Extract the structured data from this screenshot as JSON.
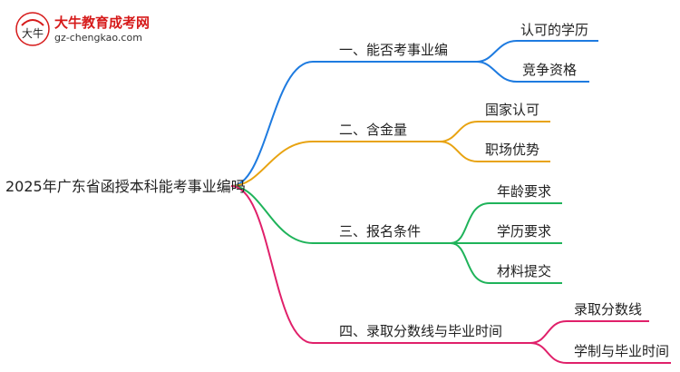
{
  "logo": {
    "mark_text": "大牛",
    "title": "大牛教育成考网",
    "url": "gz-chengkao.com"
  },
  "root": "2025年广东省函授本科能考事业编吗",
  "branches": [
    {
      "label": "一、能否考事业编",
      "color": "#1e7be0",
      "children": [
        "认可的学历",
        "竞争资格"
      ]
    },
    {
      "label": "二、含金量",
      "color": "#e8a311",
      "children": [
        "国家认可",
        "职场优势"
      ]
    },
    {
      "label": "三、报名条件",
      "color": "#1fb35a",
      "children": [
        "年龄要求",
        "学历要求",
        "材料提交"
      ]
    },
    {
      "label": "四、录取分数线与毕业时间",
      "color": "#e0206a",
      "children": [
        "录取分数线",
        "学制与毕业时间"
      ]
    }
  ]
}
